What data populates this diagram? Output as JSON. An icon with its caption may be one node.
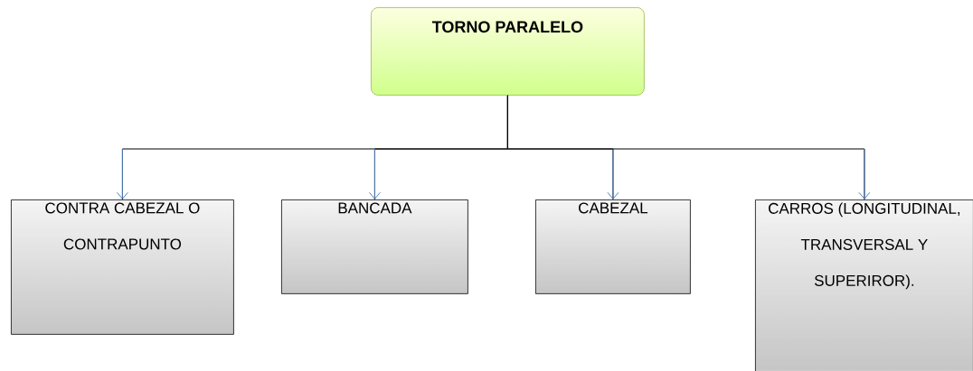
{
  "diagram": {
    "nodes": [
      {
        "text": [
          "TORNO PARALELO"
        ]
      },
      {
        "text": [
          "CONTRA CABEZAL O CONTRAPUNTO"
        ]
      },
      {
        "text": [
          "BANCADA"
        ]
      },
      {
        "text": [
          "CABEZAL"
        ]
      },
      {
        "text": [
          "CARROS (LONGITUDINAL, TRANSVERSAL Y SUPERIROR)."
        ]
      }
    ],
    "edges": [
      {
        "from": 0,
        "to": 1,
        "arrow": "to"
      },
      {
        "from": 0,
        "to": 2,
        "arrow": "to"
      },
      {
        "from": 0,
        "to": 3,
        "arrow": "to"
      },
      {
        "from": 0,
        "to": 4,
        "arrow": "to"
      }
    ]
  }
}
